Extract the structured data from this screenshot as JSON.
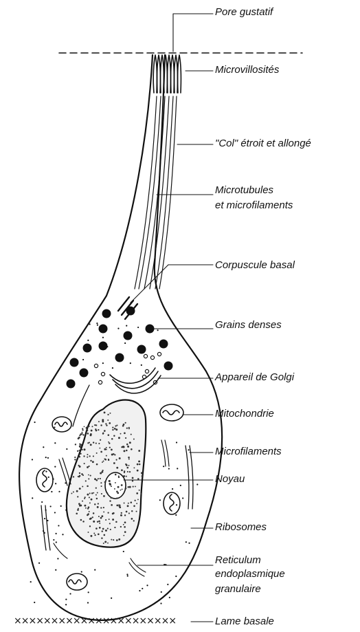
{
  "diagram": {
    "labels": {
      "pore": "Pore gustatif",
      "microvilli": "Microvillosités",
      "col": "\"Col\" étroit et allongé",
      "microtubules_1": "Microtubules",
      "microtubules_2": "et microfilaments",
      "basal_body": "Corpuscule basal",
      "dense_grains": "Grains denses",
      "golgi": "Appareil de Golgi",
      "mitochondria": "Mitochondrie",
      "microfilaments": "Microfilaments",
      "nucleus": "Noyau",
      "ribosomes": "Ribosomes",
      "rer_1": "Reticulum",
      "rer_2": "endoplasmique",
      "rer_3": "granulaire",
      "basal_lamina": "Lame basale"
    },
    "basal_lamina_marks": "××××××××××××××××××××××"
  }
}
